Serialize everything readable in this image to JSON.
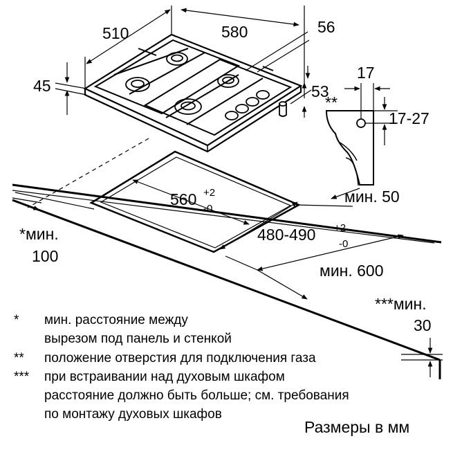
{
  "dimensions": {
    "width_510": "510",
    "depth_580": "580",
    "d56": "56",
    "h45": "45",
    "h53": "53",
    "gas_17": "17",
    "gas_stars": "**",
    "gas_range": "17-27",
    "cut_width_main": "560",
    "cut_width_sup": "+2",
    "cut_width_sub": "-0",
    "cut_depth_main": "480-490",
    "cut_depth_sup": "+2",
    "cut_depth_sub": "-0",
    "min50": "мин. 50",
    "min600": "мин. 600",
    "min100_label": "*мин.",
    "min100_value": "100",
    "min30_label": "***мин.",
    "min30_value": "30"
  },
  "notes": [
    {
      "mark": "*",
      "lines": [
        "мин. расстояние между",
        "вырезом под панель и стенкой"
      ]
    },
    {
      "mark": "**",
      "lines": [
        "положение отверстия для подключения газа"
      ]
    },
    {
      "mark": "***",
      "lines": [
        "при встраивании над духовым шкафом",
        "расстояние должно быть больше; см. требования",
        "по монтажу духовых шкафов"
      ]
    }
  ],
  "footer": "Размеры в мм",
  "colors": {
    "line": "#000000",
    "background": "#ffffff"
  }
}
